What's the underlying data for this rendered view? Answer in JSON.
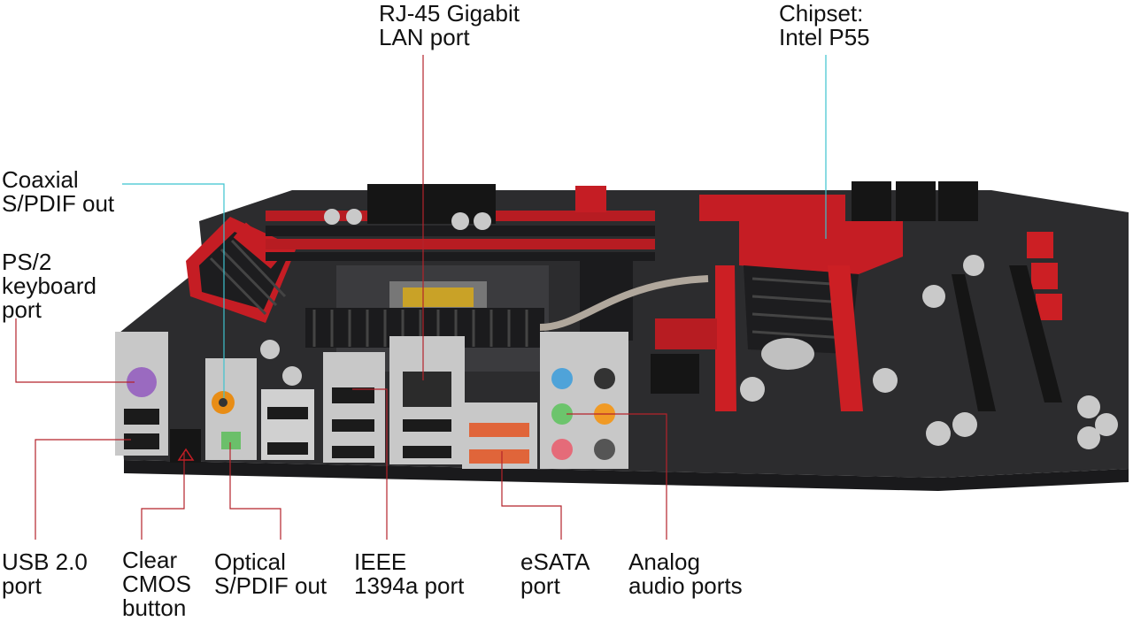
{
  "colors": {
    "leader_red": "#b4232b",
    "leader_cyan": "#3cc3cf",
    "pcb": "#2c2c2e",
    "accent_red": "#cc1f24"
  },
  "callouts": {
    "rj45": {
      "lines": [
        "RJ-45 Gigabit",
        "LAN port"
      ]
    },
    "chipset": {
      "lines": [
        "Chipset:",
        "Intel P55"
      ]
    },
    "coaxial": {
      "lines": [
        "Coaxial",
        "S/PDIF out"
      ]
    },
    "ps2": {
      "lines": [
        "PS/2",
        "keyboard",
        "port"
      ]
    },
    "usb": {
      "lines": [
        "USB 2.0",
        "port"
      ]
    },
    "cmos": {
      "lines": [
        "Clear",
        "CMOS",
        "button"
      ]
    },
    "optical": {
      "lines": [
        "Optical",
        "S/PDIF out"
      ]
    },
    "ieee": {
      "lines": [
        "IEEE",
        "1394a port"
      ]
    },
    "esata": {
      "lines": [
        "eSATA",
        "port"
      ]
    },
    "audio": {
      "lines": [
        "Analog",
        "audio ports"
      ]
    }
  }
}
